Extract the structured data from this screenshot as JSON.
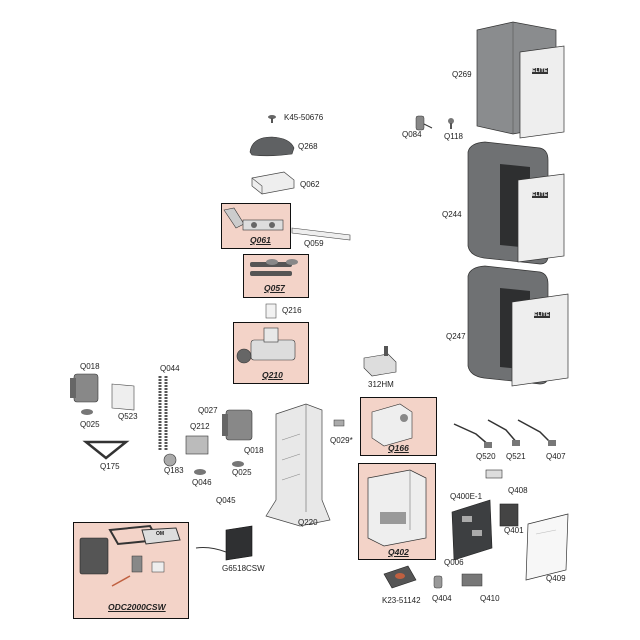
{
  "diagram": {
    "parts": [
      {
        "id": "k45",
        "label": "K45-50676",
        "highlighted": false
      },
      {
        "id": "q268",
        "label": "Q268",
        "highlighted": false
      },
      {
        "id": "q062",
        "label": "Q062",
        "highlighted": false
      },
      {
        "id": "q061",
        "label": "Q061",
        "highlighted": true
      },
      {
        "id": "q059",
        "label": "Q059",
        "highlighted": false
      },
      {
        "id": "q057",
        "label": "Q057",
        "highlighted": true
      },
      {
        "id": "q216",
        "label": "Q216",
        "highlighted": false
      },
      {
        "id": "q210",
        "label": "Q210",
        "highlighted": true
      },
      {
        "id": "q269",
        "label": "Q269",
        "highlighted": false
      },
      {
        "id": "q084",
        "label": "Q084",
        "highlighted": false
      },
      {
        "id": "q118",
        "label": "Q118",
        "highlighted": false
      },
      {
        "id": "q244",
        "label": "Q244",
        "highlighted": false
      },
      {
        "id": "q247",
        "label": "Q247",
        "highlighted": false
      },
      {
        "id": "q018a",
        "label": "Q018",
        "highlighted": false
      },
      {
        "id": "q044",
        "label": "Q044",
        "highlighted": false
      },
      {
        "id": "q025a",
        "label": "Q025",
        "highlighted": false
      },
      {
        "id": "q523",
        "label": "Q523",
        "highlighted": false
      },
      {
        "id": "q175",
        "label": "Q175",
        "highlighted": false
      },
      {
        "id": "q027",
        "label": "Q027",
        "highlighted": false
      },
      {
        "id": "q212",
        "label": "Q212",
        "highlighted": false
      },
      {
        "id": "q018b",
        "label": "Q018",
        "highlighted": false
      },
      {
        "id": "q183",
        "label": "Q183",
        "highlighted": false
      },
      {
        "id": "q025b",
        "label": "Q025",
        "highlighted": false
      },
      {
        "id": "q046",
        "label": "Q046",
        "highlighted": false
      },
      {
        "id": "q045",
        "label": "Q045",
        "highlighted": false
      },
      {
        "id": "q220",
        "label": "Q220",
        "highlighted": false
      },
      {
        "id": "q029",
        "label": "Q029*",
        "highlighted": false
      },
      {
        "id": "312hm",
        "label": "312HM",
        "highlighted": false
      },
      {
        "id": "q166",
        "label": "Q166",
        "highlighted": true
      },
      {
        "id": "q520",
        "label": "Q520",
        "highlighted": false
      },
      {
        "id": "q521",
        "label": "Q521",
        "highlighted": false
      },
      {
        "id": "q407",
        "label": "Q407",
        "highlighted": false
      },
      {
        "id": "q400e1",
        "label": "Q400E-1",
        "highlighted": false
      },
      {
        "id": "q408",
        "label": "Q408",
        "highlighted": false
      },
      {
        "id": "q402",
        "label": "Q402",
        "highlighted": true
      },
      {
        "id": "q401",
        "label": "Q401",
        "highlighted": false
      },
      {
        "id": "q006",
        "label": "Q006",
        "highlighted": false
      },
      {
        "id": "q409",
        "label": "Q409",
        "highlighted": false
      },
      {
        "id": "q404",
        "label": "Q404",
        "highlighted": false
      },
      {
        "id": "q410",
        "label": "Q410",
        "highlighted": false
      },
      {
        "id": "k23",
        "label": "K23-51142",
        "highlighted": false
      },
      {
        "id": "g6518",
        "label": "G6518CSW",
        "highlighted": false
      },
      {
        "id": "odc",
        "label": "ODC2000CSW",
        "highlighted": true
      }
    ],
    "brand_mark": "ELITE",
    "kit_tag": "OM"
  }
}
